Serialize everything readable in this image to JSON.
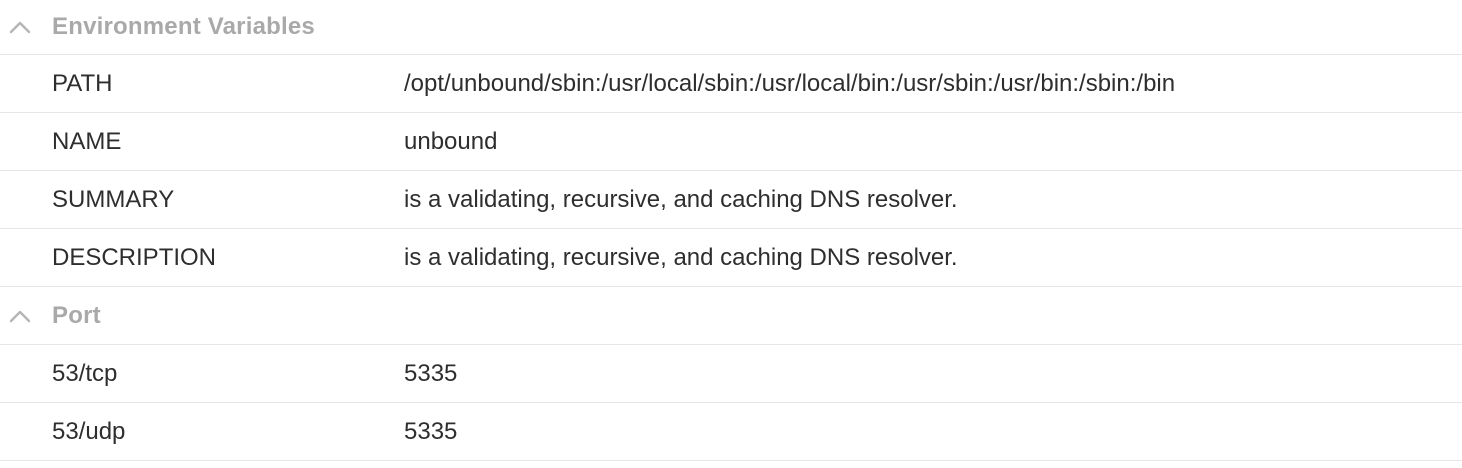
{
  "sections": [
    {
      "title": "Environment Variables",
      "expanded": true,
      "rows": [
        {
          "key": "PATH",
          "value": "/opt/unbound/sbin:/usr/local/sbin:/usr/local/bin:/usr/sbin:/usr/bin:/sbin:/bin"
        },
        {
          "key": "NAME",
          "value": "unbound"
        },
        {
          "key": "SUMMARY",
          "value": "is a validating, recursive, and caching DNS resolver."
        },
        {
          "key": "DESCRIPTION",
          "value": "is a validating, recursive, and caching DNS resolver."
        }
      ]
    },
    {
      "title": "Port",
      "expanded": true,
      "rows": [
        {
          "key": "53/tcp",
          "value": "5335"
        },
        {
          "key": "53/udp",
          "value": "5335"
        }
      ]
    }
  ],
  "colors": {
    "header_text": "#a9a9a9",
    "row_text": "#2e2e2e",
    "divider": "#e6e6e6",
    "chevron": "#b5b5b5"
  },
  "icons": {
    "collapse": "chevron-up-icon"
  }
}
